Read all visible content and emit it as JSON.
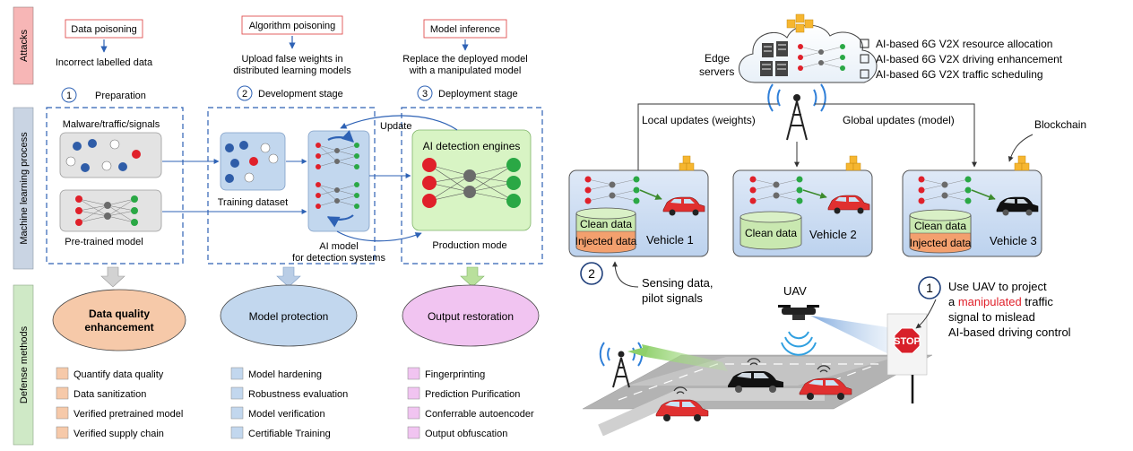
{
  "left": {
    "row_labels": {
      "attacks": "Attacks",
      "ml_process": "Machine learning process",
      "defense": "Defense methods"
    },
    "attacks": {
      "data_poisoning": "Data poisoning",
      "data_poisoning_desc": "Incorrect labelled data",
      "algorithm_poisoning": "Algorithm poisoning",
      "algorithm_desc_1": "Upload false weights in",
      "algorithm_desc_2": "distributed learning models",
      "model_inference": "Model inference",
      "inference_desc_1": "Replace the deployed model",
      "inference_desc_2": "with a manipulated model"
    },
    "stages": {
      "s1_num": "1",
      "s1": "Preparation",
      "s2_num": "2",
      "s2": "Development stage",
      "s3_num": "3",
      "s3": "Deployment stage"
    },
    "ml": {
      "malware": "Malware/traffic/signals",
      "pretrained": "Pre-trained model",
      "training": "Training dataset",
      "update": "Update",
      "ai_model_1": "AI model",
      "ai_model_2": "for detection systems",
      "engines": "AI detection engines",
      "production": "Production mode"
    },
    "defense": {
      "d1_title_1": "Data quality",
      "d1_title_2": "enhancement",
      "d2_title": "Model protection",
      "d3_title": "Output restoration",
      "d1_items": [
        "Quantify data quality",
        "Data sanitization",
        "Verified pretrained model",
        "Verified supply chain"
      ],
      "d2_items": [
        "Model hardening",
        "Robustness evaluation",
        "Model verification",
        "Certifiable Training"
      ],
      "d3_items": [
        "Fingerprinting",
        "Prediction Purification",
        "Conferrable autoencoder",
        "Output obfuscation"
      ]
    }
  },
  "right": {
    "edge_1": "Edge",
    "edge_2": "servers",
    "checklist": [
      "AI-based 6G V2X resource allocation",
      "AI-based 6G V2X driving enhancement",
      "AI-based 6G V2X traffic scheduling"
    ],
    "local_updates": "Local updates (weights)",
    "global_updates": "Global updates (model)",
    "blockchain": "Blockchain",
    "vehicles": [
      {
        "name": "Vehicle 1",
        "clean": "Clean data",
        "injected": "Injected data"
      },
      {
        "name": "Vehicle 2",
        "clean": "Clean data",
        "injected": ""
      },
      {
        "name": "Vehicle 3",
        "clean": "Clean data",
        "injected": "Injected data"
      }
    ],
    "marker2": "2",
    "sensing_1": "Sensing data,",
    "sensing_2": "pilot signals",
    "uav": "UAV",
    "marker1": "1",
    "uav_note_1": "Use UAV to project",
    "uav_note_2a": "a ",
    "uav_note_2b": "manipulated",
    "uav_note_2c": " traffic",
    "uav_note_3": "signal to mislead",
    "uav_note_4": "AI-based driving control",
    "stop": "STOP"
  },
  "colors": {
    "blue": "#2e62b5",
    "red_dot": "#e0202a",
    "green_dot": "#2aa845",
    "gray_dot": "#6b6b6b",
    "orange_fill": "#f6c9a9",
    "blue_fill": "#c2d7ee",
    "pink_fill": "#f1c4f1",
    "green_fill": "#d8f4c4",
    "attack_label": "#f7b6b6",
    "ml_label": "#c9d4e3",
    "defense_label": "#cfe9c6",
    "injected": "#f3a06e",
    "clean": "#c9e8b0",
    "highlight": "#e0202a"
  }
}
